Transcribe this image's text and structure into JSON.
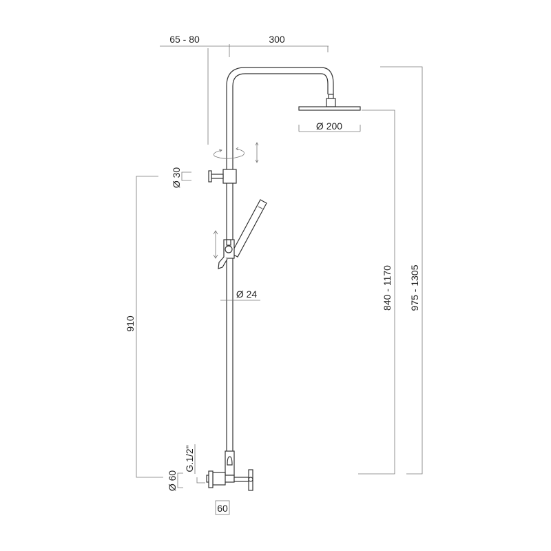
{
  "drawing": {
    "dimensions": {
      "wall_offset": "65 - 80",
      "arm_length": "300",
      "head_diameter": "Ø 200",
      "slider_diameter": "Ø 30",
      "riser_diameter": "Ø 24",
      "riser_height": "910",
      "head_height": "840 - 1170",
      "total_height": "975 - 1305",
      "flange_diameter": "Ø 60",
      "connection_thread": "G.1/2\"",
      "valve_spacing": "60"
    }
  }
}
